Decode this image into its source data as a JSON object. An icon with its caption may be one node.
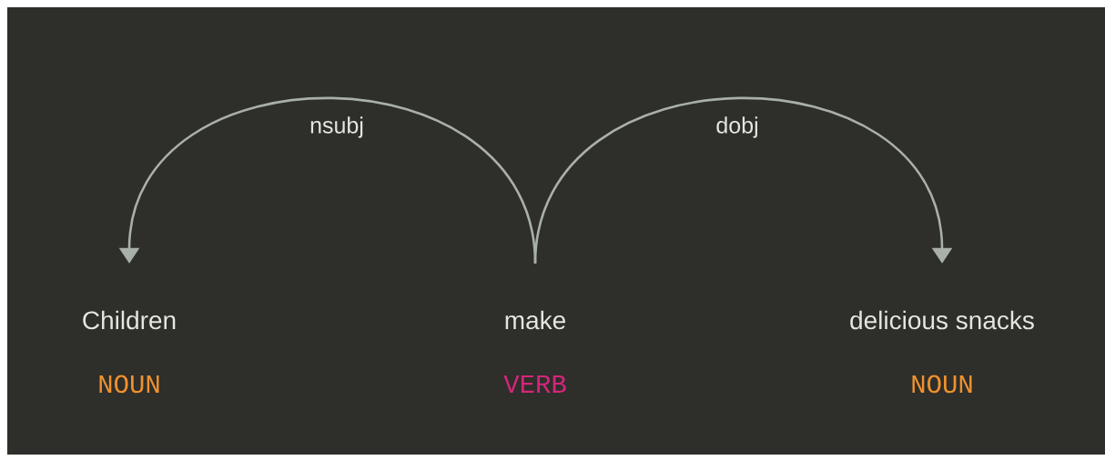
{
  "diagram": {
    "nodes": [
      {
        "text": [
          "Children"
        ],
        "beside": [
          "NOUN"
        ]
      },
      {
        "text": [
          "make"
        ],
        "beside": [
          "VERB"
        ]
      },
      {
        "text": [
          "delicious snacks"
        ],
        "beside": [
          "NOUN"
        ]
      }
    ],
    "edges": [
      {
        "from": 1,
        "to": 0,
        "arrow": "to",
        "label": "nsubj"
      },
      {
        "from": 1,
        "to": 2,
        "arrow": "to",
        "label": "dobj"
      }
    ]
  }
}
